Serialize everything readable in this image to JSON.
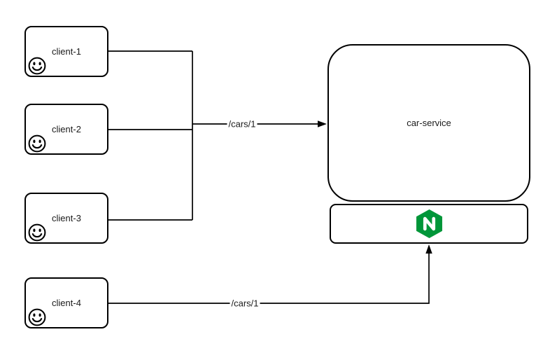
{
  "diagram": {
    "type": "architecture-diagram",
    "clients": [
      {
        "label": "client-1",
        "icon": "smiley-icon"
      },
      {
        "label": "client-2",
        "icon": "smiley-icon"
      },
      {
        "label": "client-3",
        "icon": "smiley-icon"
      },
      {
        "label": "client-4",
        "icon": "smiley-icon"
      }
    ],
    "service": {
      "label": "car-service"
    },
    "proxy": {
      "icon": "nginx-icon"
    },
    "edges": [
      {
        "label": "/cars/1",
        "from": [
          "client-1",
          "client-2",
          "client-3"
        ],
        "to": "car-service",
        "arrow": "right"
      },
      {
        "label": "/cars/1",
        "from": [
          "client-4"
        ],
        "to": "nginx-proxy",
        "arrow": "up"
      }
    ],
    "colors": {
      "stroke": "#000000",
      "background": "#ffffff",
      "nginx_green": "#009639"
    }
  }
}
